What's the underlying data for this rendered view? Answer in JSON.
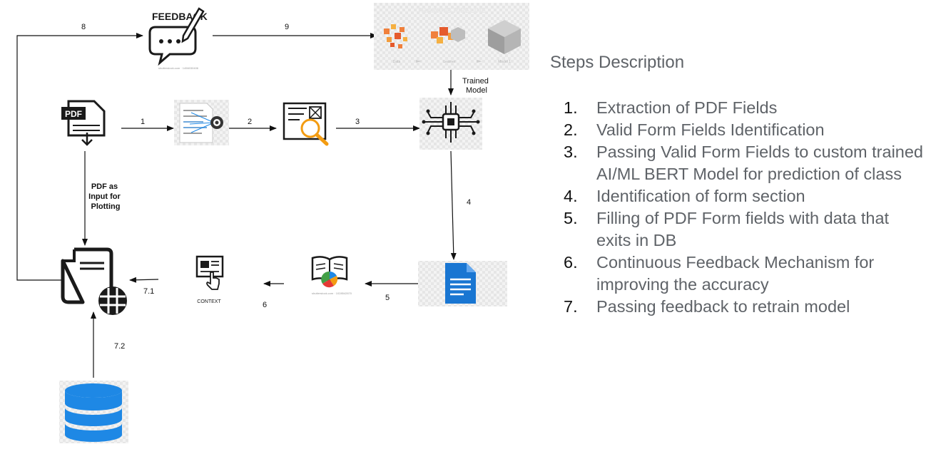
{
  "diagram": {
    "edge_labels": {
      "e1": "1",
      "e2": "2",
      "e3": "3",
      "e4": "4",
      "e5": "5",
      "e6": "6",
      "e71": "7.1",
      "e72": "7.2",
      "e8": "8",
      "e9": "9"
    },
    "trained_model": [
      "Trained",
      "Model"
    ],
    "pdf_input": [
      "PDF as",
      "Input for",
      "Plotting"
    ],
    "feedback_icon_text": "FEEDBACK",
    "pdf_icon_text": "PDF",
    "context_text": "CONTEXT",
    "pipeline_title": "TRAINING PIPELINE",
    "pipeline_captions": [
      "Data",
      "Learner",
      "Model 1"
    ]
  },
  "steps_description": {
    "title": "Steps Description",
    "steps": [
      {
        "num": "1.",
        "text": "Extraction of PDF Fields"
      },
      {
        "num": "2.",
        "text": "Valid Form Fields Identification"
      },
      {
        "num": "3.",
        "text": "Passing Valid Form Fields to custom trained AI/ML BERT Model for prediction of class"
      },
      {
        "num": "4.",
        "text": "Identification of form section"
      },
      {
        "num": "5.",
        "text": "Filling of PDF Form fields with data that exits in DB"
      },
      {
        "num": "6.",
        "text": "Continuous Feedback Mechanism for improving the accuracy"
      },
      {
        "num": "7.",
        "text": "Passing feedback to retrain model"
      }
    ]
  },
  "colors": {
    "accent_blue": "#1e88e5",
    "doc_blue": "#1976d2",
    "description_grey": "#5f6368",
    "pipeline_orange": "#f0803c",
    "icon_dark": "#1a1a1a"
  }
}
